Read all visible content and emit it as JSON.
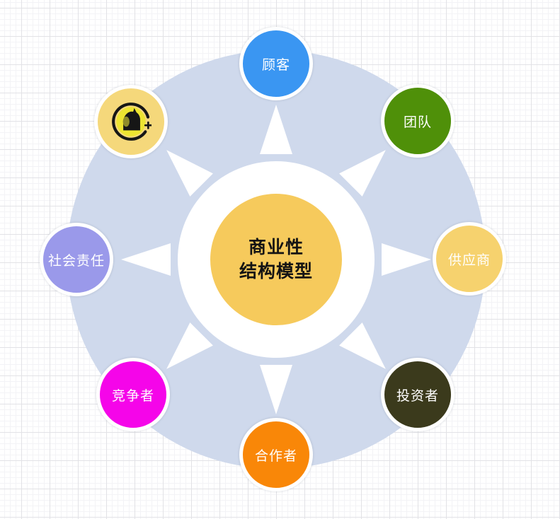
{
  "diagram": {
    "hub": {
      "line1": "商业性",
      "line2": "结构模型",
      "fill": "#F6CA5C",
      "ring_fill": "#FFFFFF"
    },
    "wheel": {
      "fill": "#CFD9EC",
      "arrow_fill": "#FFFFFF"
    },
    "nodes": [
      {
        "id": "customer",
        "label": "顾客",
        "color": "#3A96F2"
      },
      {
        "id": "team",
        "label": "团队",
        "color": "#4F9009"
      },
      {
        "id": "supplier",
        "label": "供应商",
        "color": "#F6D26E"
      },
      {
        "id": "investor",
        "label": "投资者",
        "color": "#3B3A1C"
      },
      {
        "id": "partner",
        "label": "合作者",
        "color": "#F98708"
      },
      {
        "id": "competitor",
        "label": "竞争者",
        "color": "#F505E9"
      },
      {
        "id": "social-responsibility",
        "label": "社会责任",
        "color": "#9A99EA"
      },
      {
        "id": "avatar",
        "label": "",
        "color": "#F5D87B",
        "icon": "knight-avatar-icon",
        "icon_colors": {
          "ring": "#161616",
          "disc": "#EDE431",
          "face": "#8F8C2A",
          "plus": "#161616"
        }
      }
    ]
  }
}
